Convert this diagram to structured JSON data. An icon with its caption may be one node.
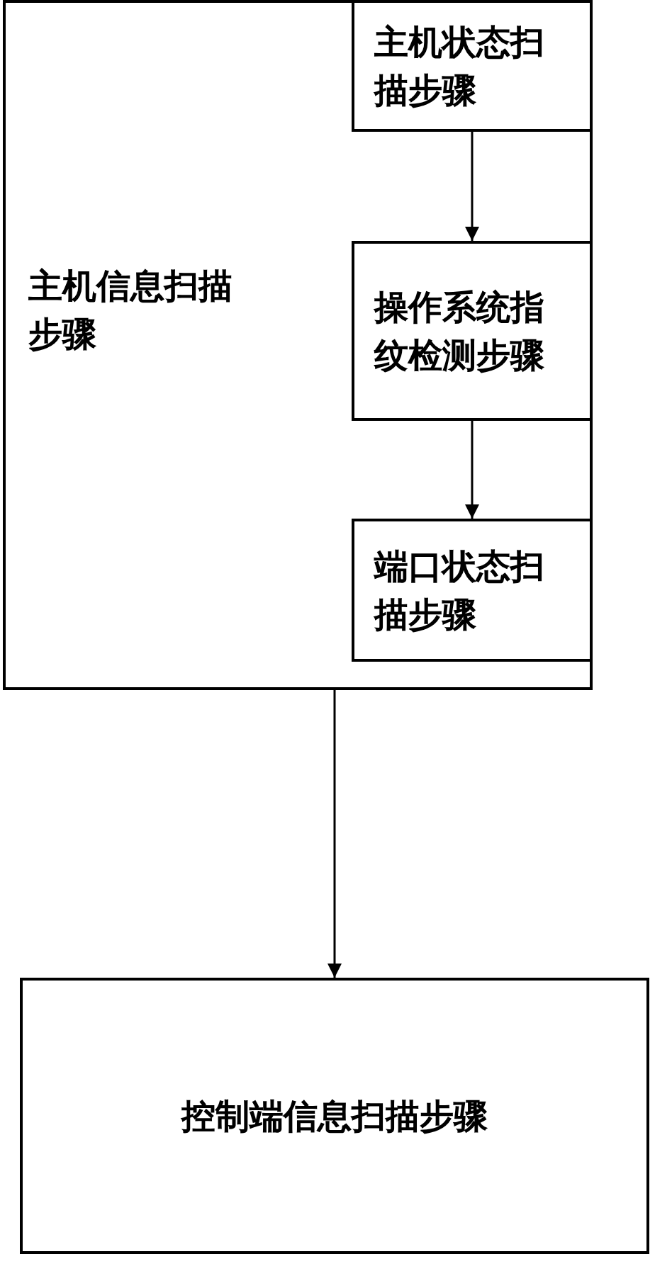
{
  "diagram": {
    "nodes": [
      {
        "text": [
          "主机信息扫描步骤"
        ]
      },
      {
        "text": [
          "主机状态扫描步骤"
        ],
        "in": 0
      },
      {
        "text": [
          "操作系统指纹检测步骤"
        ],
        "in": 0
      },
      {
        "text": [
          "端口状态扫描步骤"
        ],
        "in": 0
      },
      {
        "text": [
          "控制端信息扫描步骤"
        ]
      }
    ],
    "edges": [
      {
        "from": 1,
        "to": 2,
        "arrow": "to"
      },
      {
        "from": 2,
        "to": 3,
        "arrow": "to"
      },
      {
        "from": 0,
        "to": 4,
        "arrow": "to"
      }
    ]
  }
}
